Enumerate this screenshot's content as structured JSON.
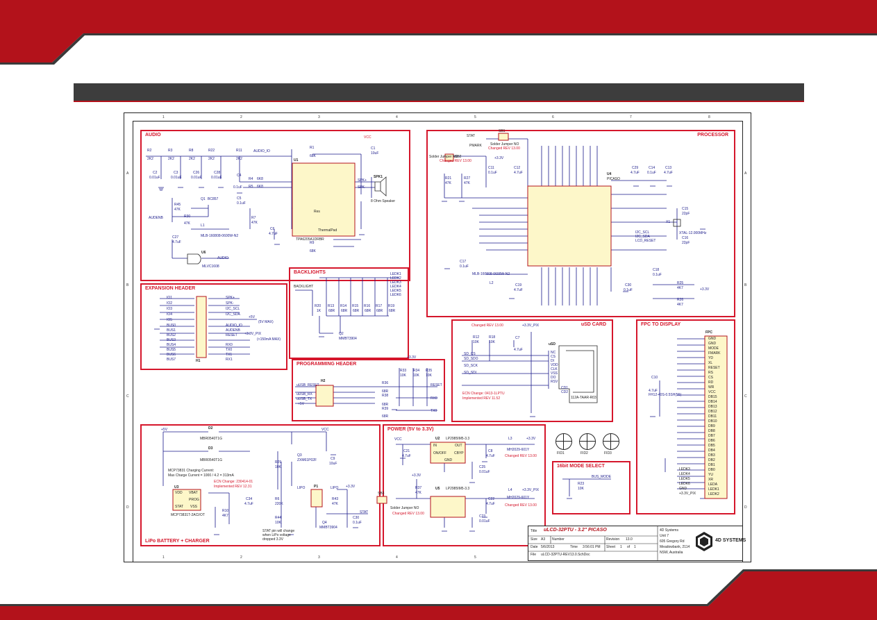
{
  "sheet": {
    "columns": [
      "1",
      "2",
      "3",
      "4",
      "5",
      "6",
      "7",
      "8"
    ],
    "rows": [
      "A",
      "B",
      "C",
      "D"
    ]
  },
  "blocks": {
    "audio": {
      "title": "AUDIO",
      "labels": [
        "R2",
        "2K2",
        "R3",
        "2K2",
        "R8",
        "2K2",
        "R22",
        "2K2",
        "R11",
        "2K2",
        "AUDIO_IO",
        "C2",
        "0.01uF",
        "C3",
        "0.01uF",
        "C26",
        "0.01uF",
        "C28",
        "0.01uF",
        "C4",
        "0.1uF",
        "R4",
        "6K8",
        "R5",
        "6K8",
        "R1",
        "68K",
        "C1",
        "10uF",
        "VCC",
        "U1",
        "SPK1",
        "SPK+",
        "SPK-",
        "8 Ohm Speaker",
        "Q1",
        "BC857",
        "R45",
        "47K",
        "R30",
        "47K",
        "AUDENB",
        "C27",
        "4.7uF",
        "L1",
        "MLB-160808-0600W-N2",
        "R7",
        "47K",
        "C5",
        "0.1uF",
        "C6",
        "4.7uF",
        "Res",
        "ThermalPad",
        "TPA6205A1DRBR",
        "R9",
        "68K",
        "U6",
        "MLVC1608",
        "AUDIO"
      ]
    },
    "processor": {
      "title": "PROCESSOR",
      "labels": [
        "STAT",
        "SB1",
        "Solder Jumper NO",
        "Changed REV 13.00",
        "PMARK",
        "SB2",
        "Solder Jumper NO",
        "Changed REV 13.00",
        "+3.3V",
        "C11",
        "0.1uF",
        "C12",
        "4.7uF",
        "R21",
        "47K",
        "R27",
        "47K",
        "U4",
        "PICASO",
        "C29",
        "4.7uF",
        "C14",
        "0.1uF",
        "C13",
        "4.7uF",
        "C15",
        "22pF",
        "X1",
        "XTAL-12.000MHz",
        "C16",
        "22pF",
        "I2C_SCL",
        "I2C_SDA",
        "LCD_RESET",
        "C17",
        "0.1uF",
        "L2",
        "MLB-160808-0600W-N2",
        "C19",
        "4.7uF",
        "C30",
        "0.1uF",
        "C18",
        "0.1uF",
        "R25",
        "4K7",
        "R26",
        "4K7",
        "+3.3V"
      ]
    },
    "expansion": {
      "title": "EXPANSION HEADER",
      "labels": [
        "IO1",
        "IO2",
        "IO3",
        "IO4",
        "IO5",
        "SPK+",
        "SPK-",
        "I2C_SCL",
        "I2C_SDA",
        "+5V",
        "(5V MAX)",
        "BUS0",
        "BUS1",
        "BUS2",
        "BUS3",
        "BUS4",
        "BUS5",
        "BUS6",
        "BUS7",
        "AUDIO_IO",
        "AUDENB",
        "RESET",
        "+3.3V_PIX",
        "(<150mA MAX)",
        "RX0",
        "TX0",
        "TX1",
        "RX1",
        "H1"
      ]
    },
    "backlights": {
      "title": "BACKLIGHTS",
      "labels": [
        "BACKLIGHT",
        "R20",
        "1K",
        "R13",
        "68R",
        "R14",
        "68R",
        "R15",
        "68R",
        "R16",
        "68R",
        "R17",
        "68R",
        "R19",
        "68R",
        "Q2",
        "MMBT3904",
        "LEDK1",
        "LEDK2",
        "LEDK3",
        "LEDK4",
        "LEDK5",
        "LEDK6"
      ]
    },
    "programming": {
      "title": "PROGRAMMING HEADER",
      "labels": [
        "+3.3V",
        "R33",
        "10K",
        "R34",
        "10K",
        "R35",
        "10K",
        "H2",
        "uUSB_RESET",
        "uUSB_RX",
        "uUSB_TX",
        "+5V",
        "R36",
        "68R",
        "R38",
        "68R",
        "R39",
        "68R",
        "RESET",
        "RX0",
        "TX0"
      ]
    },
    "usd": {
      "title": "uSD CARD",
      "labels": [
        "Changed REV 13.00",
        "+3.3V_PIX",
        "R12",
        "10K",
        "R18",
        "10K",
        "C7",
        "4.7uF",
        "uSD",
        "SD_CS",
        "SD_SDO",
        "SD_SCK",
        "SD_SDI",
        "NC",
        "CS",
        "DI",
        "VDD",
        "CLK",
        "VSS",
        "DO",
        "RSV",
        "CD1",
        "CD2",
        "ECN Change: 0413-1LPTU",
        "Implemented REV 11.52",
        "112A-TAAR-R03"
      ]
    },
    "fpc": {
      "title": "FPC TO DISPLAY",
      "labels": [
        "FPC",
        "GND",
        "GND",
        "MODE",
        "FMARK",
        "YD",
        "XL",
        "RESET",
        "RS",
        "CS",
        "RD",
        "WR",
        "VCC",
        "DB15",
        "DB14",
        "DB13",
        "DB12",
        "DB11",
        "DB10",
        "DB9",
        "DB8",
        "DB7",
        "DB6",
        "DB5",
        "DB4",
        "DB3",
        "DB2",
        "DB1",
        "DB0",
        "YU",
        "XR",
        "LEDA",
        "LEDK1",
        "LEDK2",
        "LEDK3",
        "LEDK4",
        "LEDK5",
        "LEDK6",
        "GND",
        "+3.3V_PIX",
        "C10",
        "4.7uF",
        "FH12-40S-0.5SH(55)"
      ]
    },
    "lipo": {
      "title": "LiPo BATTERY + CHARGER",
      "labels": [
        "+5V",
        "D2",
        "MBR0540T1G",
        "D3",
        "MBR0540T1G",
        "VCC",
        "Q3",
        "ZXM61P02F",
        "C9",
        "10uF",
        "R29",
        "10K",
        "MCP73831 Charging Current:",
        "Max Charge Current = 1000 / 4.2 = 313mA",
        "ECN Change: 230414-01",
        "Implemented REV 12.31",
        "U3",
        "C34",
        "4.7uF",
        "R10",
        "4K7",
        "R6",
        "220K",
        "P1",
        "LIPO",
        "LIPO",
        "+3.3V",
        "R43",
        "47K",
        "R44",
        "10K",
        "Q4",
        "MMBT3904",
        "C30",
        "0.1uF",
        "STAT",
        "STAT pin will change",
        "when LiPo voltage",
        "dropped 3.3V",
        "MCP73831T-2ACI/OT",
        "VDD",
        "VBAT",
        "PROG",
        "STAT",
        "VSS"
      ]
    },
    "power": {
      "title": "POWER (5V to 3.3V)",
      "labels": [
        "VCC",
        "U2",
        "LP2985IM5-3.3",
        "IN",
        "OUT",
        "ON/OFF",
        "GND",
        "CBYP",
        "C21",
        "4.7uF",
        "L3",
        "MH2029-601Y",
        "+3.3V",
        "C8",
        "4.7uF",
        "C25",
        "0.01uF",
        "Changed REV 13.00",
        "+3.3V",
        "SB3",
        "Solder Jumper NO",
        "Changed REV 13.00",
        "R37",
        "47K",
        "U5",
        "LP2985IM5-3.3",
        "L4",
        "MH2029-601Y",
        "+3.3V_PIX",
        "C22",
        "4.7uF",
        "C23",
        "0.01uF",
        "Changed REV 13.00"
      ]
    },
    "mode": {
      "title": "16bit MODE SELECT",
      "labels": [
        "BUS_MODE",
        "R23",
        "10K"
      ]
    },
    "fiducials": [
      "FID1",
      "FID2",
      "FID3"
    ]
  },
  "title_block": {
    "title_label": "Title",
    "title": "uLCD-32PTU - 3.2\" PICASO",
    "size_label": "Size",
    "size": "A3",
    "number_label": "Number",
    "revision_label": "Revision",
    "revision": "13.0",
    "date_label": "Date",
    "date": "5/6/2013",
    "time_label": "Time",
    "time": "3:56:01 PM",
    "sheet_label": "Sheet",
    "sheet": "1",
    "of_label": "of",
    "of": "1",
    "file_label": "File",
    "file": "uLCD-32PTU-REV13.0.SchDoc",
    "company": [
      "4D Systems",
      "Unit 7",
      "605 Gregory Rd",
      "Meadowbank, 2114",
      "NSW, Australia"
    ]
  },
  "logo": {
    "text": "4D SYSTEMS"
  },
  "colors": {
    "accent": "#b3121b",
    "block_border": "#d5162b",
    "wire": "#1a1a8a",
    "bar": "#3d3d3d"
  }
}
